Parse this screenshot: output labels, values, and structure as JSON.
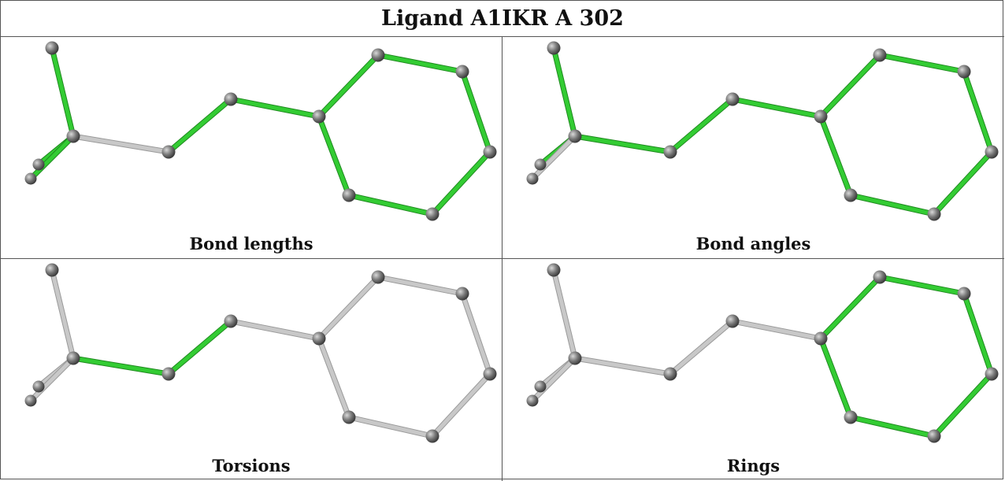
{
  "title": "Ligand A1IKR A 302",
  "colors": {
    "highlight": "#33cc33",
    "neutral": "#c8c8c8",
    "atom": "#7a7a7a",
    "border": "#555555"
  },
  "panels": [
    {
      "caption": "Bond lengths",
      "bond_states": [
        "green",
        "green",
        "green",
        "neutral",
        "green",
        "green",
        "green",
        "green",
        "green",
        "green",
        "green",
        "green"
      ]
    },
    {
      "caption": "Bond angles",
      "bond_states": [
        "green",
        "green",
        "neutral",
        "green",
        "green",
        "green",
        "green",
        "green",
        "green",
        "green",
        "green",
        "green"
      ]
    },
    {
      "caption": "Torsions",
      "bond_states": [
        "neutral",
        "neutral",
        "neutral",
        "green",
        "green",
        "neutral",
        "neutral",
        "neutral",
        "neutral",
        "neutral",
        "neutral",
        "neutral"
      ]
    },
    {
      "caption": "Rings",
      "bond_states": [
        "neutral",
        "neutral",
        "neutral",
        "neutral",
        "neutral",
        "neutral",
        "green",
        "green",
        "green",
        "green",
        "green",
        "green"
      ]
    }
  ]
}
